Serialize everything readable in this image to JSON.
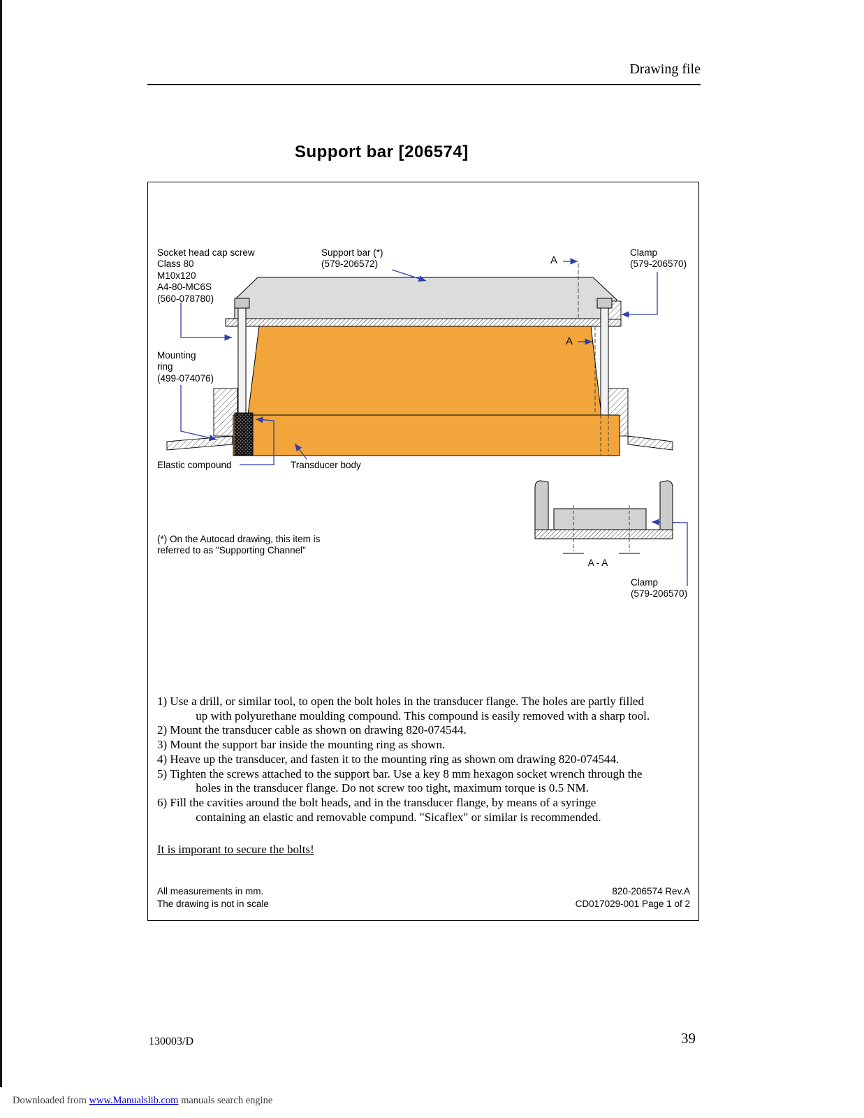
{
  "header": {
    "title": "Drawing file"
  },
  "doc": {
    "title": "Support bar [206574]"
  },
  "drawing": {
    "labels": {
      "socket_screw": "Socket head cap screw\nClass 80\nM10x120\nA4-80-MC6S\n(560-078780)",
      "support_bar": "Support bar (*)\n(579-206572)",
      "clamp_top": "Clamp\n(579-206570)",
      "section_marker": "A",
      "mounting_ring": "Mounting\nring\n(499-074076)",
      "elastic_compound": "Elastic compound",
      "transducer_body": "Transducer body",
      "autocad_note": "(*) On the Autocad drawing, this item is\nreferred to as \"Supporting Channel\"",
      "section_title": "A - A",
      "clamp_section": "Clamp\n(579-206570)"
    },
    "instructions": [
      "1) Use a drill, or similar tool, to open the bolt holes in the transducer flange. The holes are partly filled\n             up with polyurethane moulding compound. This compound is easily removed with a sharp tool.",
      "2) Mount the transducer cable as shown on drawing 820-074544.",
      "3) Mount the support bar inside the mounting ring as shown.",
      "4) Heave up the transducer, and fasten it to the mounting ring as shown om drawing 820-074544.",
      "5) Tighten the screws attached to the support bar. Use a key 8 mm hexagon socket wrench through the\n             holes in the transducer flange. Do not screw too tight, maximum torque is 0.5 NM.",
      "6) Fill the cavities around the bolt heads, and in the transducer flange, by means of a syringe\n             containing an elastic and removable compund. \"Sicaflex\" or similar is recommended."
    ],
    "warning": "It is imporant to secure the bolts!",
    "notes": {
      "measurements": "All measurements in mm.",
      "scale": "The drawing is not in scale"
    },
    "doc_ref": {
      "rev": "820-206574 Rev.A",
      "page_ref": "CD017029-001 Page 1 of 2"
    },
    "colors": {
      "body_orange": "#f2a53a",
      "leader_blue": "#2e3fae",
      "plate_gray": "#dcdcdc"
    }
  },
  "footer": {
    "doc_number": "130003/D",
    "page_number": "39"
  },
  "watermark": {
    "prefix": "Downloaded from ",
    "link": "www.Manualslib.com",
    "suffix": " manuals search engine"
  }
}
